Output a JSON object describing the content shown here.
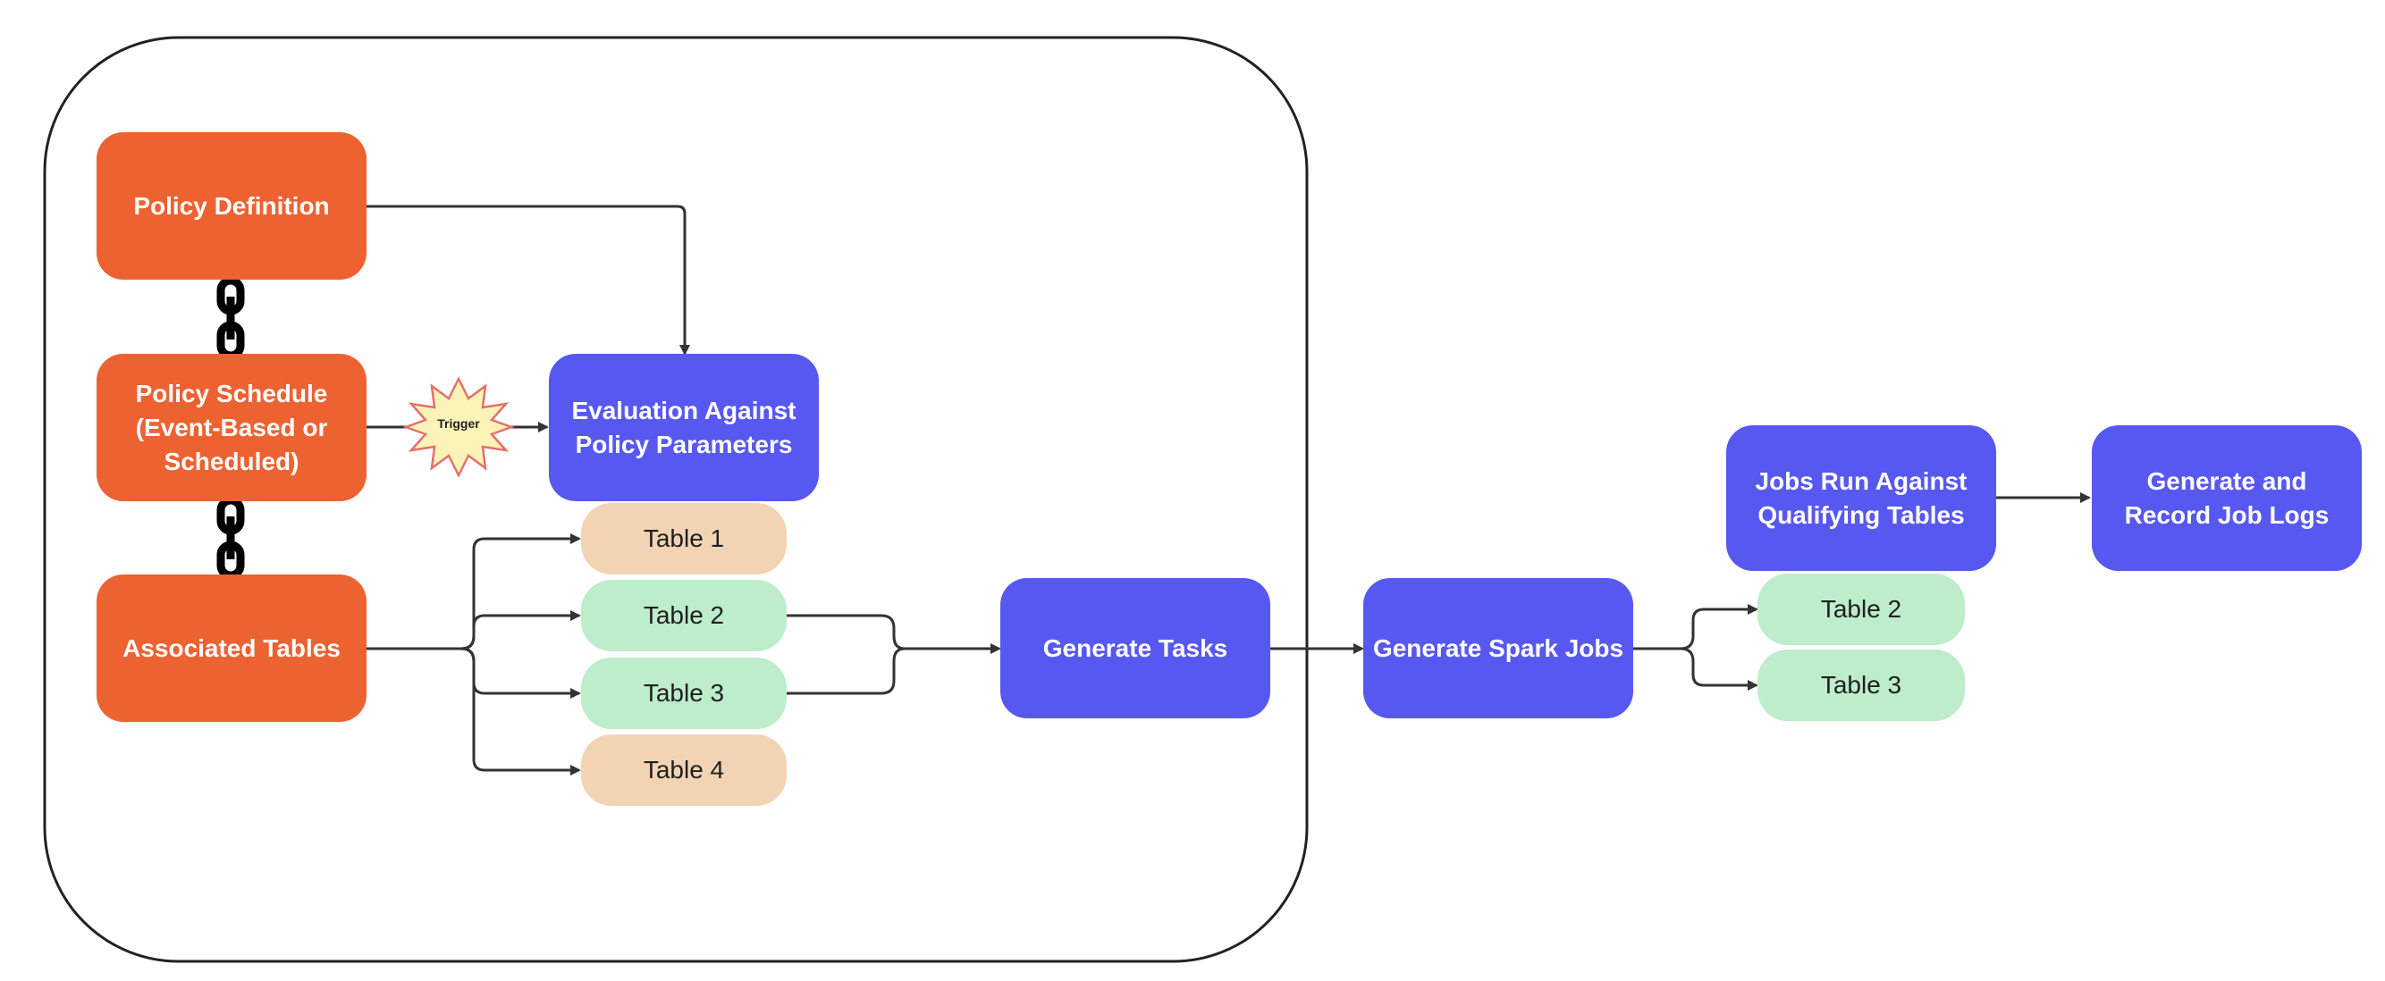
{
  "nodes": {
    "policy_definition": "Policy Definition",
    "policy_schedule": "Policy Schedule (Event-Based or Scheduled)",
    "associated_tables": "Associated Tables",
    "evaluation": "Evaluation Against Policy Parameters",
    "generate_tasks": "Generate Tasks",
    "generate_spark_jobs": "Generate Spark Jobs",
    "jobs_run": "Jobs Run Against Qualifying Tables",
    "generate_logs": "Generate and Record Job Logs"
  },
  "tables_left": [
    "Table 1",
    "Table 2",
    "Table 3",
    "Table 4"
  ],
  "tables_right": [
    "Table 2",
    "Table 3"
  ],
  "trigger": "Trigger",
  "colors": {
    "orange": "#ED6231",
    "blue": "#5758F0",
    "peach": "#F2D4B4",
    "mint": "#BDEDCB",
    "burst_fill": "#FBF3B8",
    "burst_stroke": "#E4706A",
    "line": "#333333"
  },
  "icons": [
    "link-icon",
    "link-icon"
  ]
}
